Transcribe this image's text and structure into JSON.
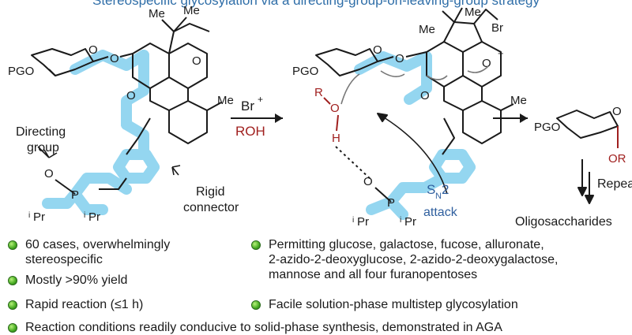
{
  "title": "Stereospecific glycosylation via a directing-group-on-leaving-group strategy",
  "scheme": {
    "pgo_left": "PGO",
    "pgo_mid": "PGO",
    "pgo_right": "PGO",
    "me": "Me",
    "br": "Br",
    "o": "O",
    "p": "P",
    "ipr": "Pr",
    "i": "i",
    "directing_group": "Directing\ngroup",
    "rigid_connector": "Rigid\nconnector",
    "reagent_top": "Br",
    "reagent_plus": "+",
    "reagent_bottom": "ROH",
    "r": "R",
    "h": "H",
    "sn2": "S",
    "sn2_sub": "N",
    "sn2_2": "2",
    "attack": "attack",
    "or": "OR",
    "repeat": "Repeat",
    "oligosaccharides": "Oligosaccharides",
    "plus": "+"
  },
  "bullets": {
    "b1": "60 cases, overwhelmingly\nstereospecific",
    "b2": "Mostly >90% yield",
    "b3": "Rapid reaction (≤1 h)",
    "b4": "Permitting glucose, galactose, fucose, alluronate,\n2-azido-2-deoxyglucose, 2-azido-2-deoxygalactose,\nmannose and all four furanopentoses",
    "b5": "Facile solution-phase multistep glycosylation",
    "b6": "Reaction conditions readily conducive to solid-phase synthesis, demonstrated in AGA"
  },
  "colors": {
    "title": "#2f6ea8",
    "highlight": "#8fd4f0",
    "red_text": "#a0201f",
    "blue_text": "#2f5f9e",
    "bullet_green": "#4caf26"
  }
}
